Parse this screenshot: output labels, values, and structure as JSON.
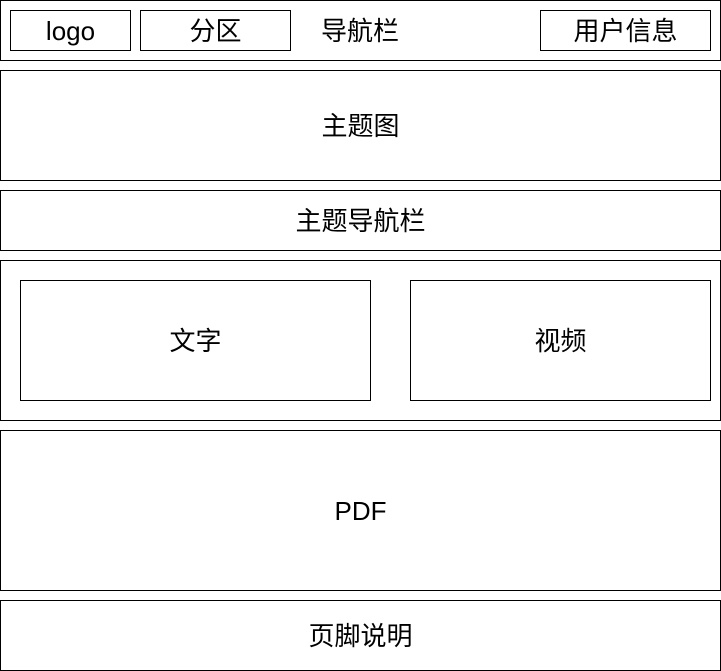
{
  "navbar": {
    "logo": "logo",
    "section": "分区",
    "title": "导航栏",
    "user_info": "用户信息"
  },
  "hero": {
    "label": "主题图"
  },
  "topic_nav": {
    "label": "主题导航栏"
  },
  "content": {
    "text_label": "文字",
    "video_label": "视频"
  },
  "pdf": {
    "label": "PDF"
  },
  "footer": {
    "label": "页脚说明"
  }
}
